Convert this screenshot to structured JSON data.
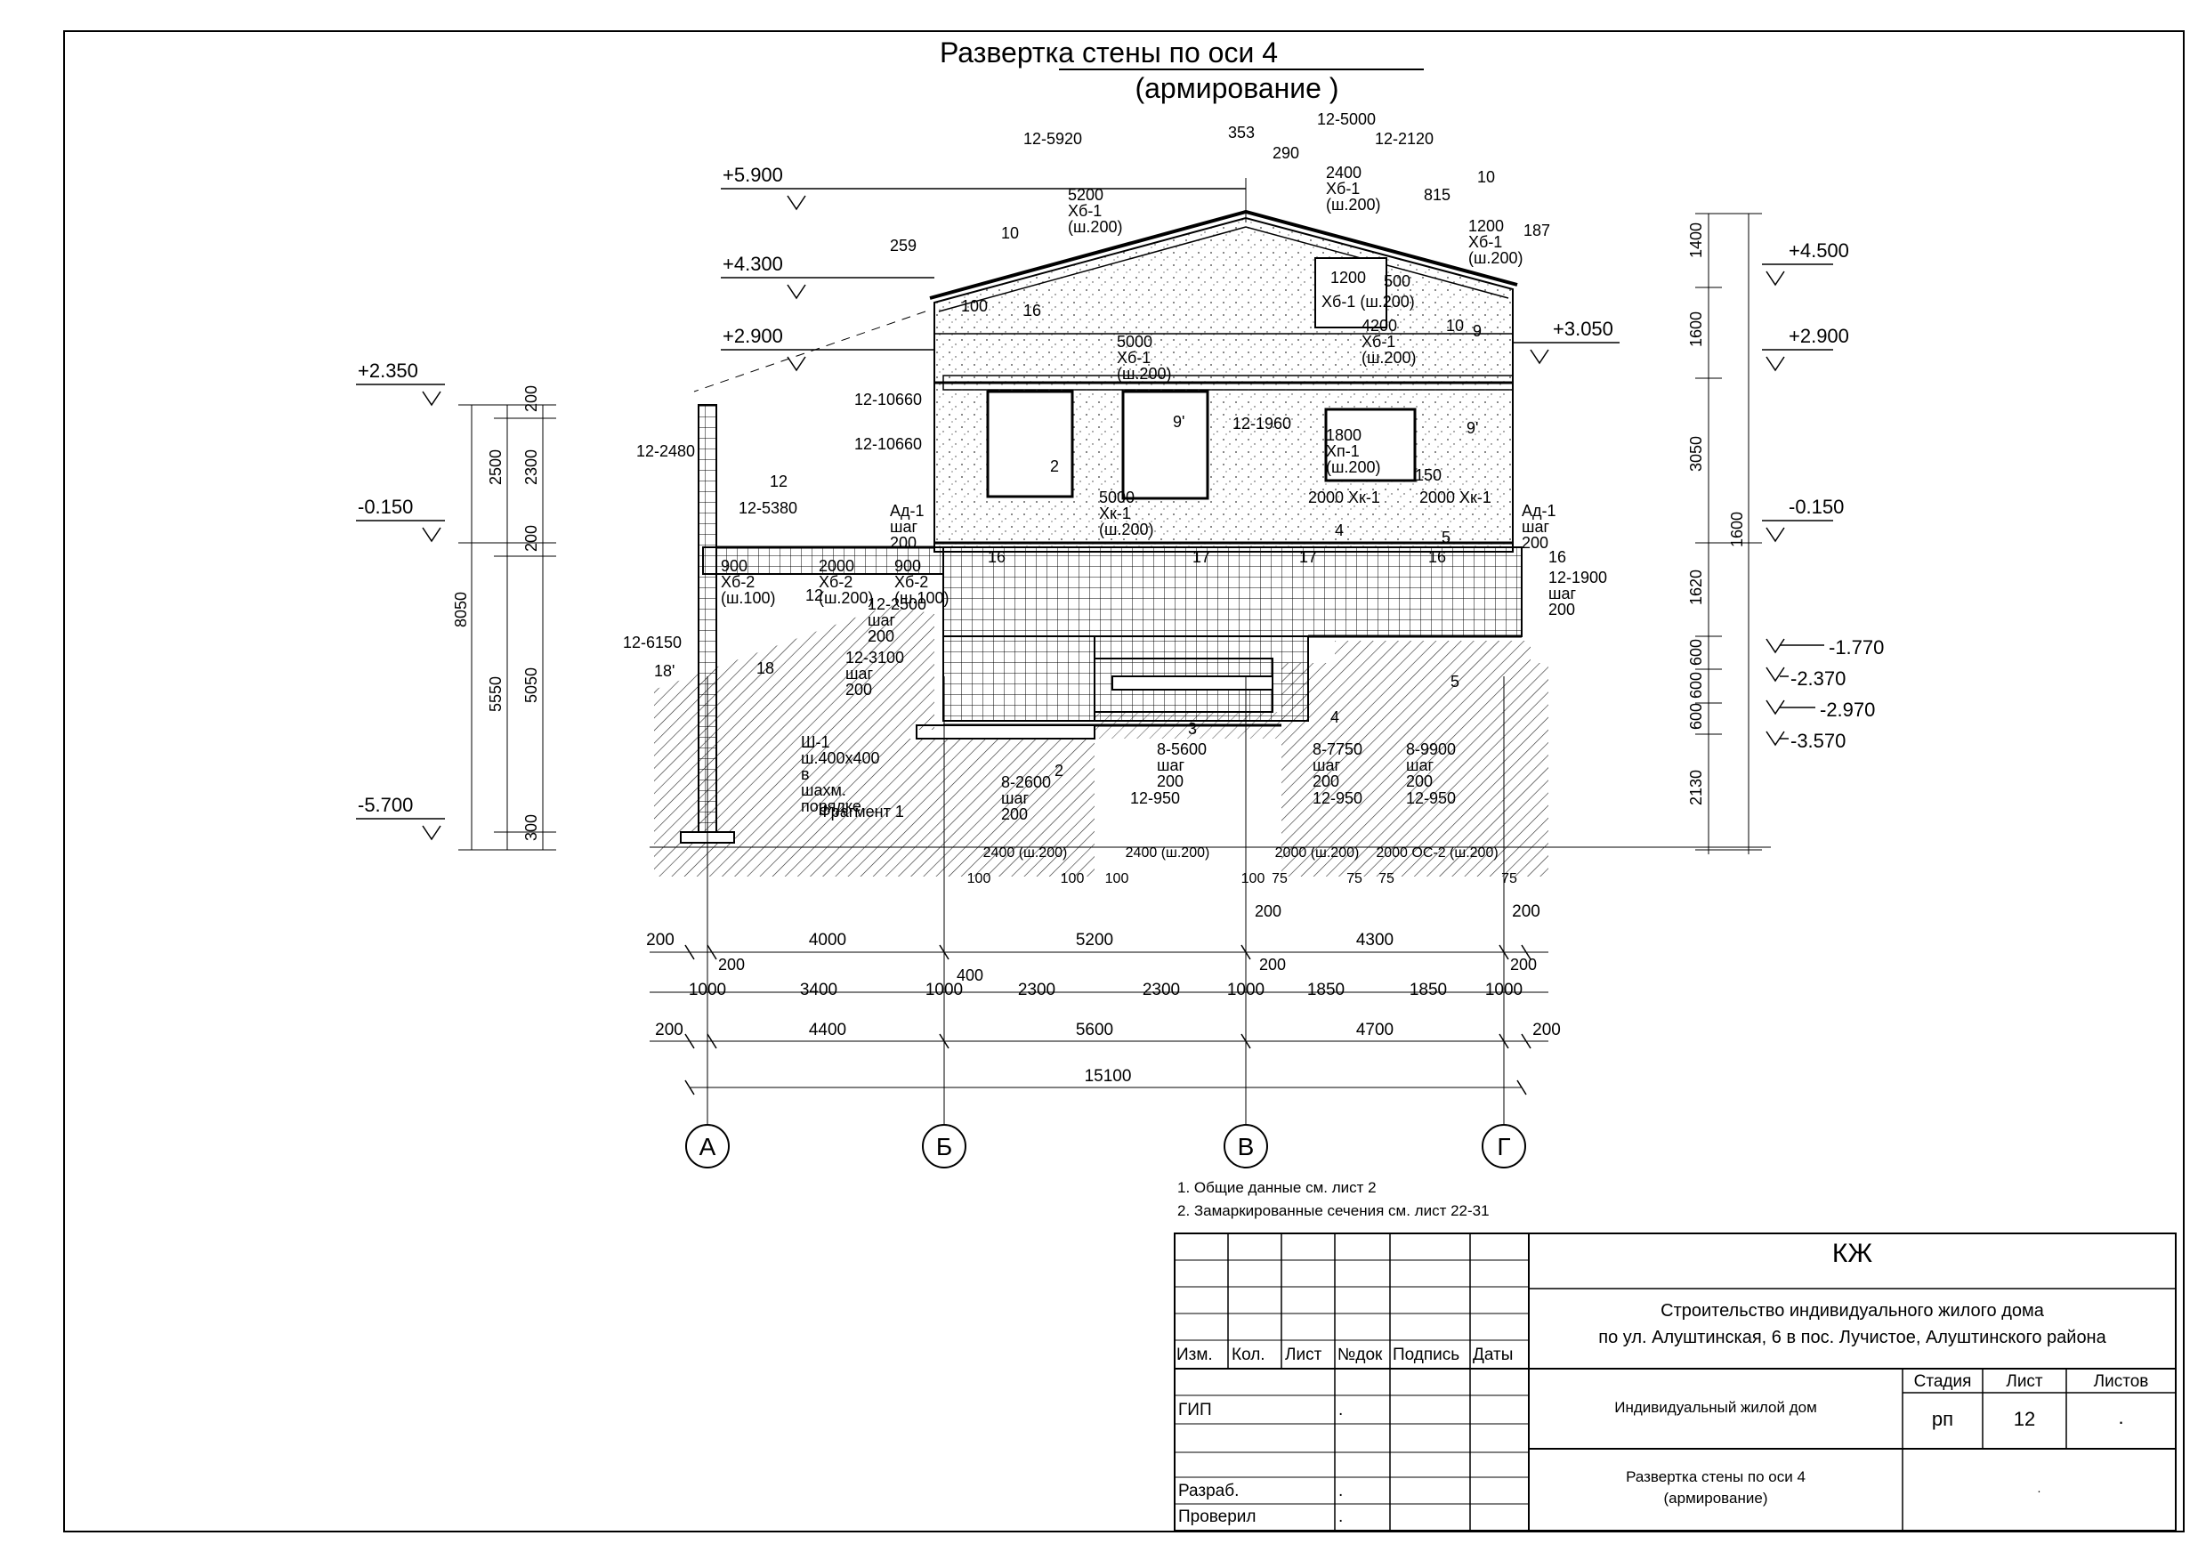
{
  "title": {
    "line1": "Развертка стены по оси  4",
    "line2": "(армирование )"
  },
  "notes": [
    "1. Общие данные см. лист 2",
    "2. Замаркированные сечения см. лист 22-31"
  ],
  "axes": [
    "А",
    "Б",
    "В",
    "Г"
  ],
  "levels": {
    "left": [
      "+2.350",
      "-0.150",
      "-5.700"
    ],
    "center": [
      "+5.900",
      "+4.300",
      "+2.900"
    ],
    "right": [
      "+4.500",
      "+2.900",
      "-0.150",
      "-1.770",
      "-2.370",
      "-2.970",
      "-3.570"
    ],
    "mid": "+3.050"
  },
  "dims": {
    "row1": [
      "200",
      "4000",
      "5200",
      "4300",
      "200"
    ],
    "row2": [
      "1000",
      "3400",
      "1000",
      "2300",
      "2300",
      "1000",
      "1850",
      "1850",
      "1000"
    ],
    "row3": [
      "200",
      "4400",
      "5600",
      "4700",
      "200"
    ],
    "total": "15100",
    "extra": [
      "200",
      "400",
      "200",
      "200",
      "200"
    ],
    "leftV1": [
      "2500",
      "5550"
    ],
    "leftV2": [
      "200",
      "2300",
      "200",
      "5050",
      "300"
    ],
    "leftTotal": "8050",
    "rightV": [
      "1400",
      "1600",
      "3050",
      "1620",
      "600",
      "600",
      "600",
      "2130"
    ],
    "rightV2": "1600",
    "bottomSpans": [
      "2400 (ш.200)",
      "2400 (ш.200)",
      "2000 (ш.200)",
      "2000 ОС-2 (ш.200)"
    ],
    "bottomSmall": [
      "100",
      "100",
      "100",
      "100",
      "75",
      "75",
      "75",
      "75"
    ]
  },
  "callouts": [
    "12-5920",
    "353",
    "290",
    "12-5000",
    "12-2120",
    "10",
    "5200 Хб-1 (ш.200)",
    "2400 Хб-1 (ш.200)",
    "815",
    "1200 Хб-1 (ш.200)",
    "187",
    "259",
    "10",
    "100",
    "16",
    "5000 Хб-1 (ш.200)",
    "9'",
    "1200",
    "500",
    "Хб-1 (ш.200)",
    "4200 Хб-1 (ш.200)",
    "10",
    "9",
    "12-10660",
    "12-10660",
    "12-1960",
    "1800 Хп-1 (ш.200)",
    "9'",
    "2",
    "Ад-1 шаг 200",
    "Ад-1 шаг 200",
    "12-2480",
    "12",
    "12-5380",
    "5000 Хк-1 (ш.200)",
    "2000 Хк-1",
    "2000 Хк-1",
    "150",
    "4",
    "5",
    "16",
    "17",
    "17",
    "16",
    "16",
    "12-1900 шаг 200",
    "900 Хб-2 (ш.100)",
    "12",
    "2000 Хб-2 (ш.200)",
    "900 Хб-2 (ш.100)",
    "12-2500 шаг 200",
    "12-3100 шаг 200",
    "12-6150",
    "18'",
    "18",
    "Ш-1 ш.400х400 в шахм. порядке",
    "Фрагмент 1",
    "8-2600 шаг 200",
    "8-5600 шаг 200",
    "8-7750 шаг 200",
    "8-9900 шаг 200",
    "12-950",
    "12-950",
    "12-950",
    "2",
    "3",
    "4",
    "5"
  ],
  "stamp": {
    "code": "КЖ",
    "project_line1": "Строительство индивидуального жилого дома",
    "project_line2": "по ул. Алуштинская, 6 в пос. Лучистое, Алуштинского района",
    "headers": [
      "Изм.",
      "Кол.",
      "Лист",
      "№док",
      "Подпись",
      "Даты"
    ],
    "roles": [
      {
        "role": "ГИП",
        "name": "."
      },
      {
        "role": "Разраб.",
        "name": "."
      },
      {
        "role": "Проверил",
        "name": "."
      }
    ],
    "object": "Индивидуальный жилой дом",
    "stage_headers": [
      "Стадия",
      "Лист",
      "Листов"
    ],
    "stage": "рп",
    "sheet": "12",
    "sheets": ".",
    "drawing_line1": "Развертка стены по оси 4",
    "drawing_line2": "(армирование)",
    "org": "."
  }
}
